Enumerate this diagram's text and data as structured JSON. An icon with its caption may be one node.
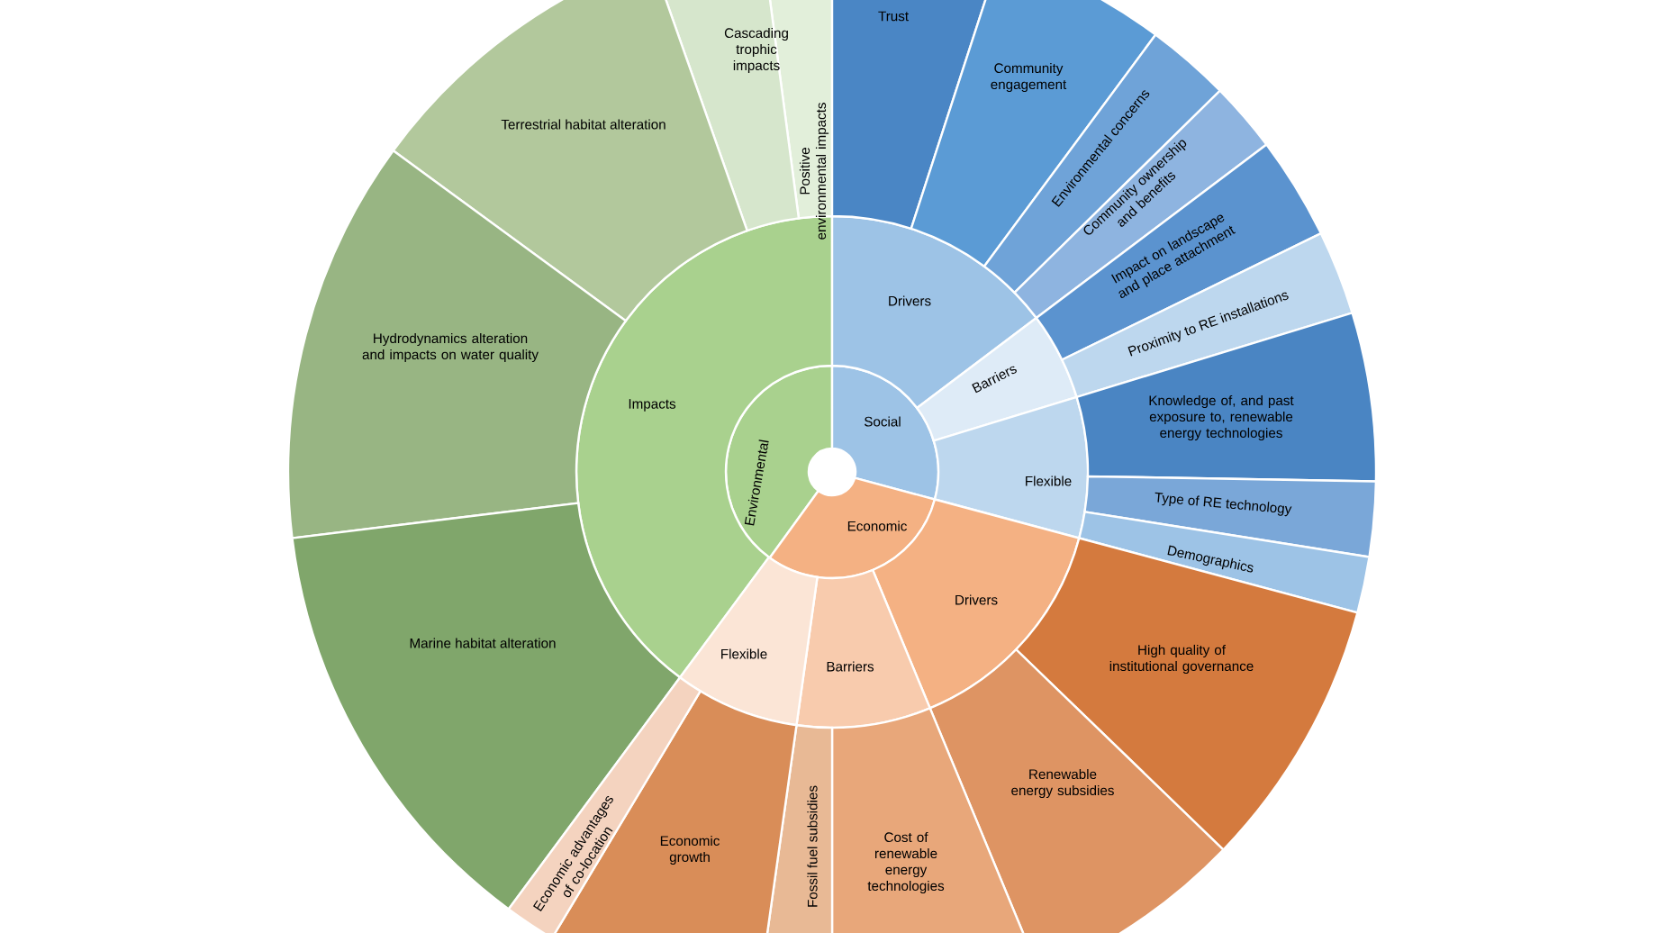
{
  "diagram": {
    "nodes": [
      {
        "text": [
          "Environmental"
        ]
      },
      {
        "text": [
          "Social"
        ]
      },
      {
        "text": [
          "Economic"
        ]
      },
      {
        "text": [
          "Impacts"
        ]
      },
      {
        "text": [
          "Drivers"
        ]
      },
      {
        "text": [
          "Barriers"
        ]
      },
      {
        "text": [
          "Flexible"
        ]
      },
      {
        "text": [
          "Drivers"
        ]
      },
      {
        "text": [
          "Barriers"
        ]
      },
      {
        "text": [
          "Flexible"
        ]
      },
      {
        "text": [
          "Positive environmental impacts"
        ]
      },
      {
        "text": [
          "Cascading trophic impacts"
        ]
      },
      {
        "text": [
          "Terrestrial habitat alteration"
        ]
      },
      {
        "text": [
          "Hydrodynamics alteration and impacts on water quality"
        ]
      },
      {
        "text": [
          "Marine habitat alteration"
        ]
      },
      {
        "text": [
          "Trust"
        ]
      },
      {
        "text": [
          "Community engagement"
        ]
      },
      {
        "text": [
          "Environmental concerns"
        ]
      },
      {
        "text": [
          "Community ownership and benefits"
        ]
      },
      {
        "text": [
          "Impact on landscape and place attachment"
        ]
      },
      {
        "text": [
          "Proximity to RE installations"
        ]
      },
      {
        "text": [
          "Knowledge of, and past exposure to, renewable energy technologies"
        ]
      },
      {
        "text": [
          "Type of RE technology"
        ]
      },
      {
        "text": [
          "Demographics"
        ]
      },
      {
        "text": [
          "High quality of institutional governance"
        ]
      },
      {
        "text": [
          "Renewable energy subsidies"
        ]
      },
      {
        "text": [
          "Cost of renewable energy technologies"
        ]
      },
      {
        "text": [
          "Fossil fuel subsidies"
        ]
      },
      {
        "text": [
          "Economic growth"
        ]
      },
      {
        "text": [
          "Economic advantages of co-location"
        ]
      }
    ]
  }
}
